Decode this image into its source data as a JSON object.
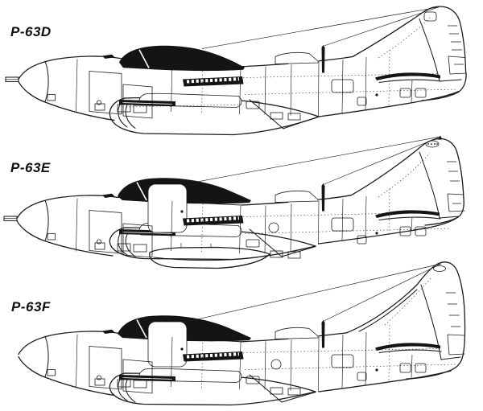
{
  "figure": {
    "background": "#ffffff",
    "line_color": "#1b1b1b",
    "canopy_color": "#141414",
    "variants": [
      {
        "label": "P-63D",
        "canopy": "bubble",
        "tail": "rounded fin"
      },
      {
        "label": "P-63E",
        "canopy": "framed with door",
        "tail": "tall fin, belly tank"
      },
      {
        "label": "P-63F",
        "canopy": "framed with door",
        "tail": "tall fin with dorsal fillet"
      }
    ]
  }
}
